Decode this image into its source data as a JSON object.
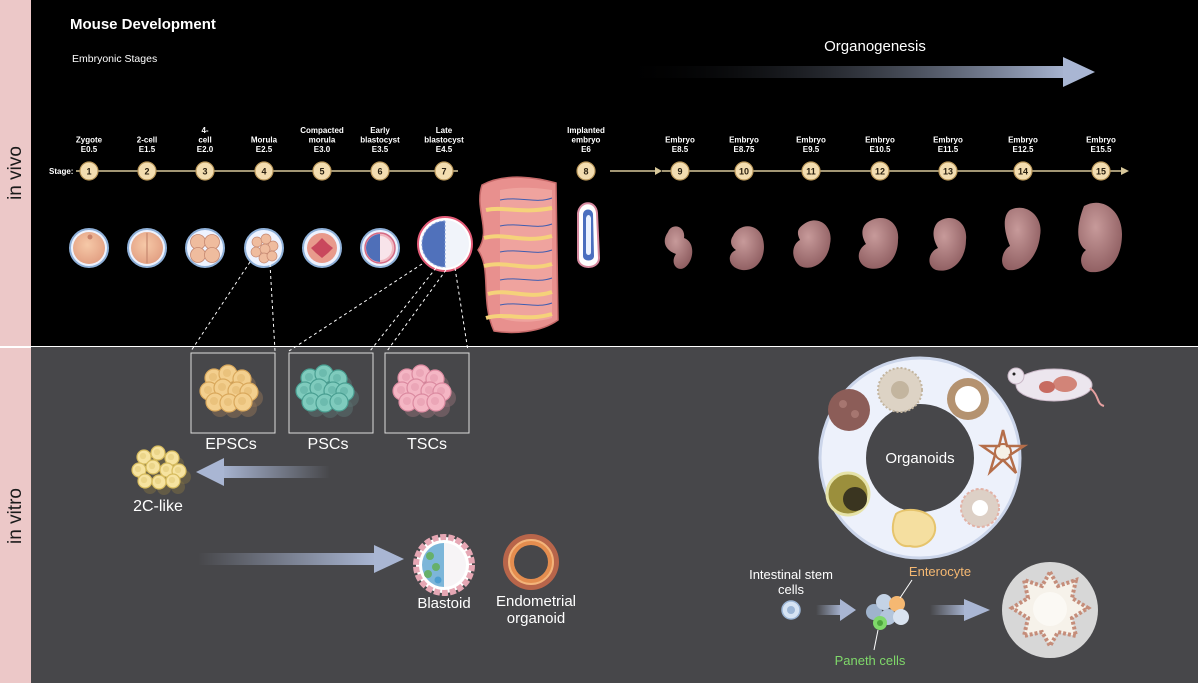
{
  "header": {
    "title": "Mouse Development",
    "subtitle": "Embryonic Stages",
    "organogenesis": "Organogenesis",
    "stage_label": "Stage:"
  },
  "side_labels": {
    "in_vivo": "in vivo",
    "in_vitro": "in vitro"
  },
  "stages": [
    {
      "num": "1",
      "lines": [
        "Zygote",
        "E0.5"
      ]
    },
    {
      "num": "2",
      "lines": [
        "2-cell",
        "E1.5"
      ]
    },
    {
      "num": "3",
      "lines": [
        "4-",
        "cell",
        "E2.0"
      ]
    },
    {
      "num": "4",
      "lines": [
        "Morula",
        "E2.5"
      ]
    },
    {
      "num": "5",
      "lines": [
        "Compacted",
        "morula",
        "E3.0"
      ]
    },
    {
      "num": "6",
      "lines": [
        "Early",
        "blastocyst",
        "E3.5"
      ]
    },
    {
      "num": "7",
      "lines": [
        "Late",
        "blastocyst",
        "E4.5"
      ]
    },
    {
      "num": "8",
      "lines": [
        "Implanted",
        "embryo",
        "E6"
      ]
    },
    {
      "num": "9",
      "lines": [
        "Embryo",
        "E8.5"
      ]
    },
    {
      "num": "10",
      "lines": [
        "Embryo",
        "E8.75"
      ]
    },
    {
      "num": "11",
      "lines": [
        "Embryo",
        "E9.5"
      ]
    },
    {
      "num": "12",
      "lines": [
        "Embryo",
        "E10.5"
      ]
    },
    {
      "num": "13",
      "lines": [
        "Embryo",
        "E11.5"
      ]
    },
    {
      "num": "14",
      "lines": [
        "Embryo",
        "E12.5"
      ]
    },
    {
      "num": "15",
      "lines": [
        "Embryo",
        "E15.5"
      ]
    }
  ],
  "in_vitro": {
    "epscs": "EPSCs",
    "pscs": "PSCs",
    "tscs": "TSCs",
    "two_c_like": "2C-like",
    "blastoid": "Blastoid",
    "endometrial_line1": "Endometrial",
    "endometrial_line2": "organoid",
    "organoids": "Organoids",
    "isc_line1": "Intestinal stem",
    "isc_line2": "cells",
    "enterocyte": "Enterocyte",
    "paneth": "Paneth cells"
  },
  "colors": {
    "invivo_bg": "#000000",
    "invitro_bg": "#47474a",
    "sidebar_bg": "#ecc8c8",
    "stage_circle": "#f3ddb0",
    "stage_line": "#d7c79a",
    "arrow": "#a9b6d3",
    "enterocyte": "#f5b872",
    "paneth": "#7fd86a"
  }
}
